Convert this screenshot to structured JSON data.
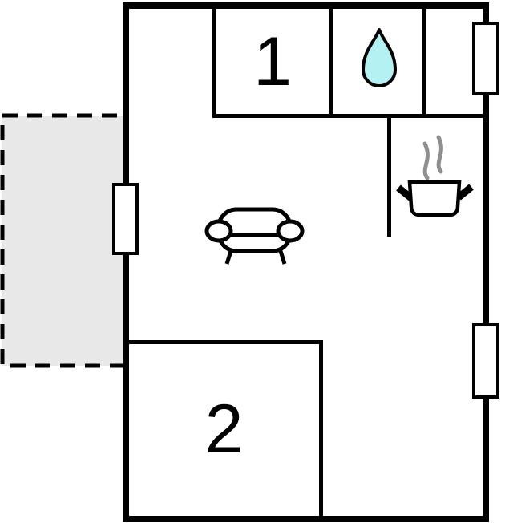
{
  "plan": {
    "type": "floor-plan",
    "room_labels": {
      "room1": "1",
      "room2": "2"
    }
  },
  "icons": {
    "bathroom": "water-drop-icon",
    "kitchen": "cooking-pot-icon",
    "kitchen_steam": "steam-icon",
    "living": "sofa-icon",
    "openings": "window-marker",
    "outdoor": "terrace-area"
  },
  "colors": {
    "wall": "#000000",
    "background": "#ffffff",
    "water_drop_fill": "#b3f1f3",
    "steam": "#8f8f8f",
    "terrace_fill": "#e8e8e8"
  }
}
